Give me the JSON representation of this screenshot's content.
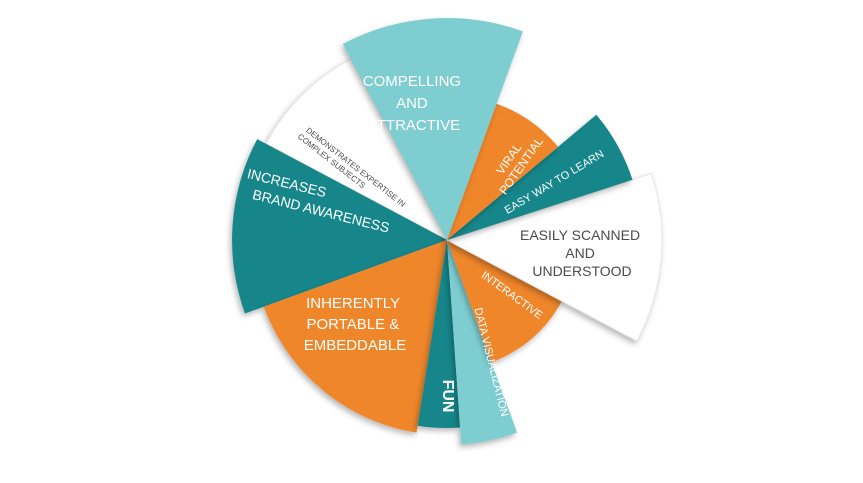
{
  "colors": {
    "teal": "#17868a",
    "light_teal": "#7ecdd0",
    "orange": "#ef862a",
    "white": "#ffffff",
    "gray_text": "#4a4a4a"
  },
  "segments": [
    {
      "id": "compelling",
      "label_lines": [
        "COMPELLING",
        "AND",
        "ATTRACTIVE"
      ],
      "color": "light_teal"
    },
    {
      "id": "viral",
      "label_lines": [
        "VIRAL",
        "POTENTIAL"
      ],
      "color": "orange"
    },
    {
      "id": "easy-learn",
      "label_lines": [
        "EASY WAY TO LEARN"
      ],
      "color": "teal"
    },
    {
      "id": "easily-scanned",
      "label_lines": [
        "EASILY SCANNED",
        "AND",
        "UNDERSTOOD"
      ],
      "color": "white"
    },
    {
      "id": "interactive",
      "label_lines": [
        "INTERACTIVE"
      ],
      "color": "orange"
    },
    {
      "id": "data-visualization",
      "label_lines": [
        "DATA VISUALIZATION"
      ],
      "color": "light_teal"
    },
    {
      "id": "fun",
      "label_lines": [
        "FUN"
      ],
      "color": "teal"
    },
    {
      "id": "portable",
      "label_lines": [
        "INHERENTLY",
        "PORTABLE &",
        "EMBEDDABLE"
      ],
      "color": "orange"
    },
    {
      "id": "brand",
      "label_lines": [
        "INCREASES",
        "BRAND AWARENESS"
      ],
      "color": "teal"
    },
    {
      "id": "expertise",
      "label_lines": [
        "DEMONSTRATES EXPERTISE IN",
        "COMPLEX SUBJECTS"
      ],
      "color": "white"
    }
  ]
}
